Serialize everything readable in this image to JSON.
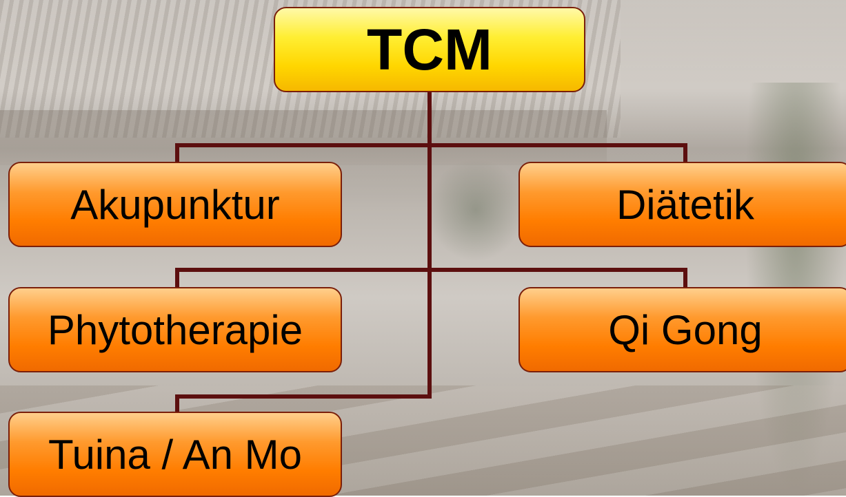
{
  "diagram": {
    "root": {
      "label": "TCM"
    },
    "children": [
      {
        "id": "akupunktur",
        "label": "Akupunktur"
      },
      {
        "id": "diatetik",
        "label": "Diätetik"
      },
      {
        "id": "phytotherapie",
        "label": "Phytotherapie"
      },
      {
        "id": "qigong",
        "label": "Qi Gong"
      },
      {
        "id": "tuina",
        "label": "Tuina / An Mo"
      }
    ]
  },
  "colors": {
    "root_fill": "#ffe600",
    "child_fill": "#ff8c1a",
    "border": "#7a1f0a",
    "connector": "#5c0f0f"
  }
}
